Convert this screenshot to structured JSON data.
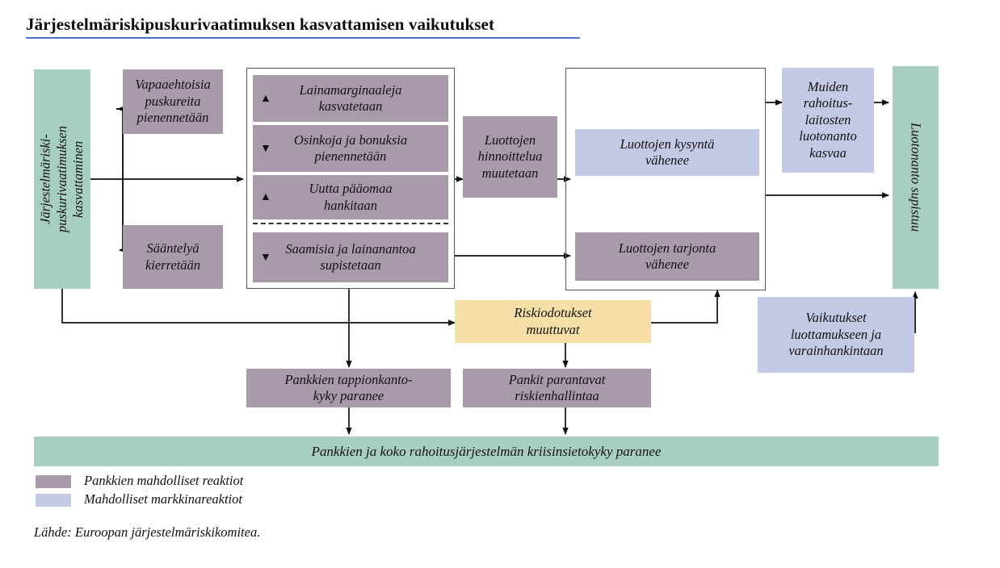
{
  "title": "Järjestelmäriskipuskurivaatimuksen kasvattamisen vaikutukset",
  "nodes": {
    "input": "Järjestelmäriski-\npuskurivaatimuksen\nkasvattaminen",
    "voluntary_buffers": "Vapaaehtoisia\npuskureita\npienennetään",
    "regulation_avoid": "Sääntelyä\nkierretään",
    "margins_up": "Lainamarginaaleja\nkasvatetaan",
    "dividends_down": "Osinkoja ja bonuksia\npienennetään",
    "new_capital": "Uutta pääomaa\nhankitaan",
    "receivables_down": "Saamisia ja lainanantoa\nsupistetaan",
    "pricing_change": "Luottojen\nhinnoittelua\nmuutetaan",
    "demand_down": "Luottojen kysyntä\nvähenee",
    "supply_down": "Luottojen tarjonta\nvähenee",
    "other_lenders": "Muiden\nrahoitus-\nlaitosten\nluotonanto\nkasvaa",
    "lending_contracts": "Luotonanto supistuu",
    "risk_expectations": "Riskiodotukset\nmuuttuvat",
    "loss_capacity": "Pankkien tappionkanto-\nkyky paranee",
    "risk_management": "Pankit parantavat\nriskienhallintaa",
    "confidence_effects": "Vaikutukset\nluottamukseen ja\nvarainhankintaan",
    "resilience": "Pankkien ja koko rahoitusjärjestelmän kriisinsietokyky paranee"
  },
  "indicators": {
    "margins_up": "▲",
    "dividends_down": "▼",
    "new_capital": "▲",
    "receivables_down": "▼"
  },
  "legend": [
    {
      "label": "Pankkien mahdolliset reaktiot",
      "color": "#a899ab"
    },
    {
      "label": "Mahdolliset markkinareaktiot",
      "color": "#c4c9e5"
    }
  ],
  "source": "Lähde: Euroopan järjestelmäriskikomitea.",
  "colors": {
    "green": "#a8cec0",
    "purple": "#a899ab",
    "blue": "#c4c9e5",
    "yellow": "#f5dfa6",
    "line": "#111111",
    "title_rule": "#4a6fd4"
  }
}
